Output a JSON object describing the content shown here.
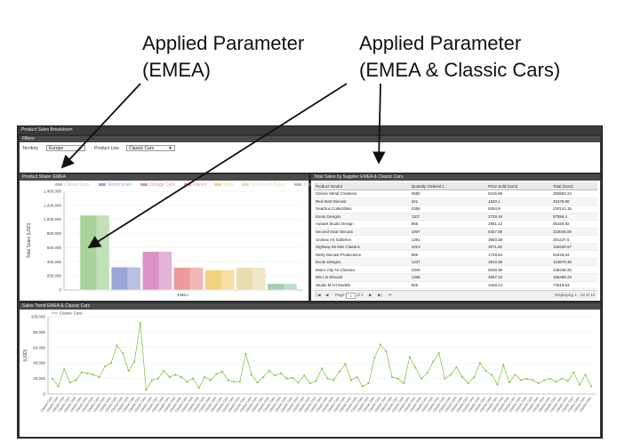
{
  "annotations": {
    "left": {
      "line1": "Applied Parameter",
      "line2": "(EMEA)"
    },
    "right": {
      "line1": "Applied Parameter",
      "line2": "(EMEA & Classic Cars)"
    }
  },
  "dashboard": {
    "title": "Product Sales Breakdown",
    "filters": {
      "header": "Filters",
      "territory_label": "Territory",
      "territory_value": "Europe",
      "product_line_label": "Product Line",
      "product_line_value": "Classic Cars"
    },
    "product_share": {
      "header": "Product Share: EMEA"
    },
    "table": {
      "header": "Total Sales by Supplier EMEA & Classic Cars",
      "columns": [
        "Product Vendor",
        "Quantity Ordered (...",
        "Price Sold (Sum)",
        "Total (Sum)"
      ],
      "rows": [
        [
          "Classic Metal Creations",
          "2655",
          "9415.98",
          "250653.24"
        ],
        [
          "Red Start Diecast",
          "341",
          "1620.1",
          "32479.90"
        ],
        [
          "Gearbox Collectibles",
          "2356",
          "5254.9",
          "230141.15"
        ],
        [
          "Exoto Designs",
          "1107",
          "2729.19",
          "87559.4"
        ],
        [
          "Autoart Studio Design",
          "955",
          "2951.12",
          "85160.92"
        ],
        [
          "Second Gear Diecast",
          "1007",
          "5457.08",
          "223045.00"
        ],
        [
          "Unimax Art Galleries",
          "1291",
          "3650.38",
          "201227.5"
        ],
        [
          "Highway 66 Mini Classics",
          "1013",
          "3071.82",
          "108428.67"
        ],
        [
          "Welly Diecast Productions",
          "955",
          "1728.64",
          "63425.54"
        ],
        [
          "Exoto Designs",
          "1237",
          "3510.38",
          "123870.48"
        ],
        [
          "Motor City Art Classics",
          "2340",
          "6048.38",
          "238448.25"
        ],
        [
          "Min Lin Diecast",
          "1336",
          "4057.23",
          "156459.23"
        ],
        [
          "Studio M Art Models",
          "825",
          "3448.14",
          "74019.63"
        ]
      ],
      "pager": {
        "page_label": "Page",
        "page_value": "1",
        "of_label": "of 1",
        "status": "Displaying 1 - 13 of 13"
      }
    },
    "trend": {
      "header": "Sales Trend EMEA & Classic Cars",
      "legend": "Classic Cars"
    }
  },
  "colors": {
    "classic_cars": "#a8d39a",
    "motorcycles": "#9aa6d8",
    "vintage_cars": "#d993c5",
    "planes": "#ec9a9a",
    "ships": "#f2d27e",
    "trucks_and_buses": "#e9ddb0",
    "trains": "#a7ccb2",
    "trend_line": "#7cbf3a"
  },
  "chart_data": [
    {
      "type": "bar",
      "title": "Product Share: EMEA",
      "ylabel": "Total Sales (USD)",
      "xlabel": "",
      "categories": [
        "EMEA"
      ],
      "ylim": [
        0,
        1400000
      ],
      "yticks": [
        "0",
        "200,000",
        "400,000",
        "600,000",
        "800,000",
        "1,000,000",
        "1,200,000",
        "1,400,000"
      ],
      "series": [
        {
          "name": "Classic Cars",
          "values": [
            1060000
          ]
        },
        {
          "name": "Motorcycles",
          "values": [
            325000
          ]
        },
        {
          "name": "Vintage Cars",
          "values": [
            545000
          ]
        },
        {
          "name": "Planes",
          "values": [
            320000
          ]
        },
        {
          "name": "Ships",
          "values": [
            285000
          ]
        },
        {
          "name": "Trucks and Buses",
          "values": [
            320000
          ]
        },
        {
          "name": "Trains",
          "values": [
            90000
          ]
        }
      ],
      "legend": "top"
    },
    {
      "type": "line",
      "title": "Sales Trend EMEA & Classic Cars",
      "ylabel": "(USD)",
      "ylim": [
        0,
        100000
      ],
      "yticks": [
        "0",
        "20,000",
        "40,000",
        "60,000",
        "80,000",
        "100,000"
      ],
      "series": [
        {
          "name": "Classic Cars",
          "values": [
            20000,
            10000,
            32000,
            15000,
            18000,
            28000,
            27000,
            25000,
            22000,
            36000,
            40000,
            63000,
            53000,
            30000,
            42000,
            92000,
            5000,
            18000,
            20000,
            30000,
            22000,
            25000,
            22000,
            16000,
            20000,
            8000,
            22000,
            18000,
            26000,
            29000,
            18000,
            16000,
            16000,
            52000,
            25000,
            15000,
            22000,
            30000,
            24000,
            27000,
            20000,
            21000,
            15000,
            24000,
            14000,
            17000,
            33000,
            20000,
            18000,
            29000,
            39000,
            18000,
            22000,
            10000,
            14000,
            47000,
            64000,
            55000,
            22000,
            20000,
            14000,
            48000,
            34000,
            20000,
            27000,
            42000,
            53000,
            20000,
            25000,
            35000,
            22000,
            14000,
            22000,
            40000,
            30000,
            25000,
            12000,
            38000,
            15000,
            25000,
            18000,
            20000,
            18000,
            14000,
            18000,
            20000,
            16000,
            20000,
            17000,
            28000,
            12000,
            25000,
            10000
          ]
        }
      ],
      "legend": "top-left",
      "x_tick_label": "Classic Cars"
    }
  ]
}
